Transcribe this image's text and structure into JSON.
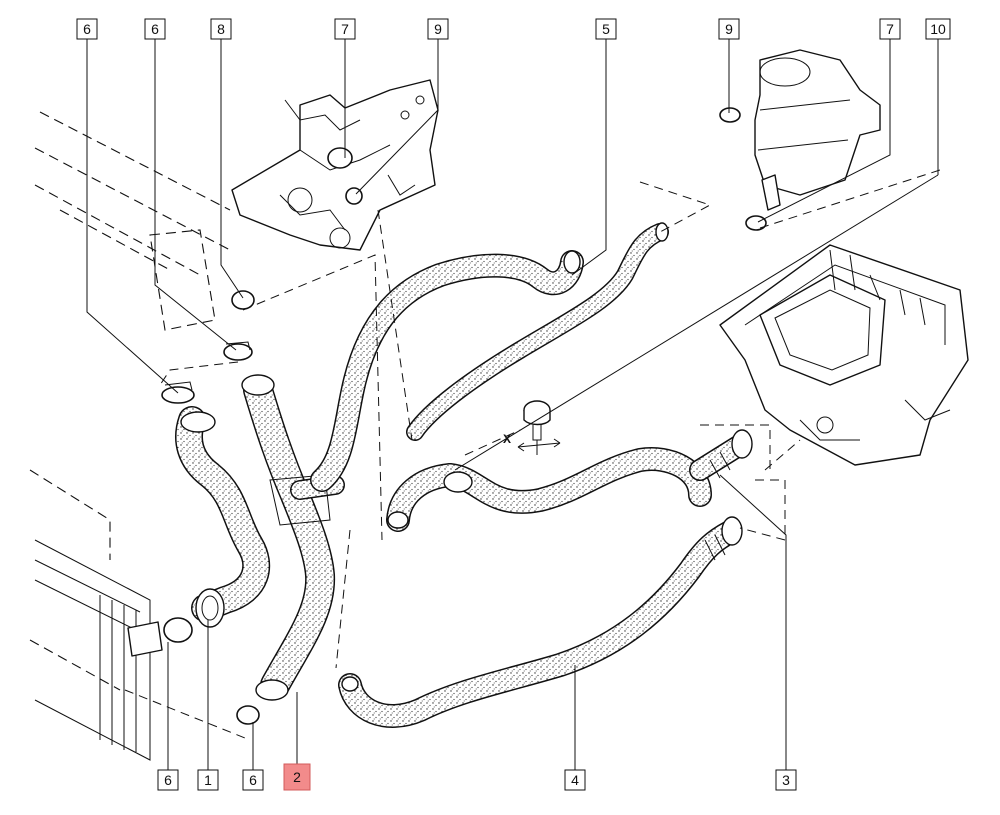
{
  "callouts": {
    "top": [
      "6",
      "6",
      "8",
      "7",
      "9",
      "5",
      "9",
      "7",
      "10"
    ],
    "bottom": [
      "6",
      "1",
      "6",
      "2",
      "4",
      "3"
    ]
  },
  "highlight_label": "2",
  "axis_label": "X",
  "colors": {
    "highlight": "#f28b8b",
    "line": "#111111",
    "stipple": "#555555"
  }
}
